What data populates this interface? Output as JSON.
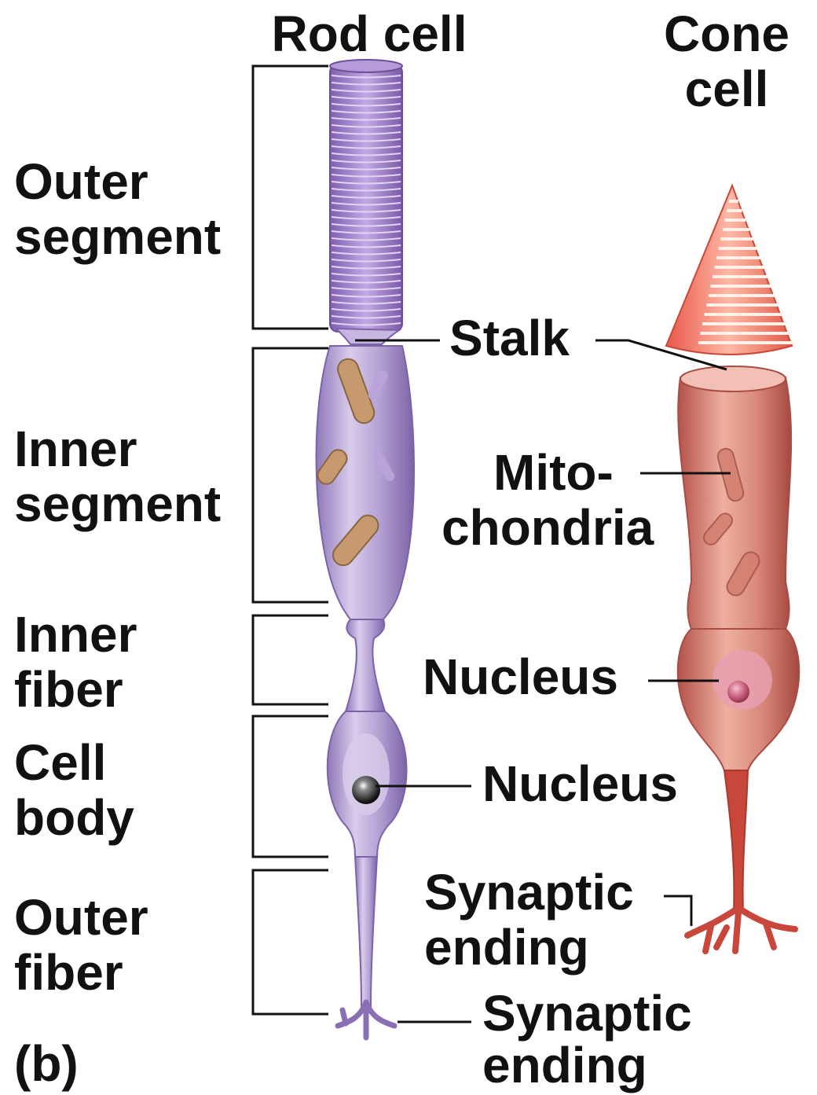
{
  "headings": {
    "rod": "Rod cell",
    "cone_line1": "Cone",
    "cone_line2": "cell"
  },
  "segments": {
    "outer_segment": [
      "Outer",
      "segment"
    ],
    "inner_segment": [
      "Inner",
      "segment"
    ],
    "inner_fiber": [
      "Inner",
      "fiber"
    ],
    "cell_body": [
      "Cell",
      "body"
    ],
    "outer_fiber": [
      "Outer",
      "fiber"
    ]
  },
  "callouts": {
    "stalk": "Stalk",
    "mitochondria": [
      "Mito-",
      "chondria"
    ],
    "cone_nucleus": "Nucleus",
    "rod_nucleus": "Nucleus",
    "cone_synaptic": [
      "Synaptic",
      "ending"
    ],
    "rod_synaptic": [
      "Synaptic",
      "ending"
    ]
  },
  "panel_label": "(b)",
  "colors": {
    "rod_body": "#a995c9",
    "rod_discs": "#9b7fc4",
    "cone_body": "#d87a70",
    "cone_outer": "#f07a6a",
    "fiber_dark": "#c9463a",
    "mitochondria": "#c49a70",
    "leader_line": "#111111"
  }
}
